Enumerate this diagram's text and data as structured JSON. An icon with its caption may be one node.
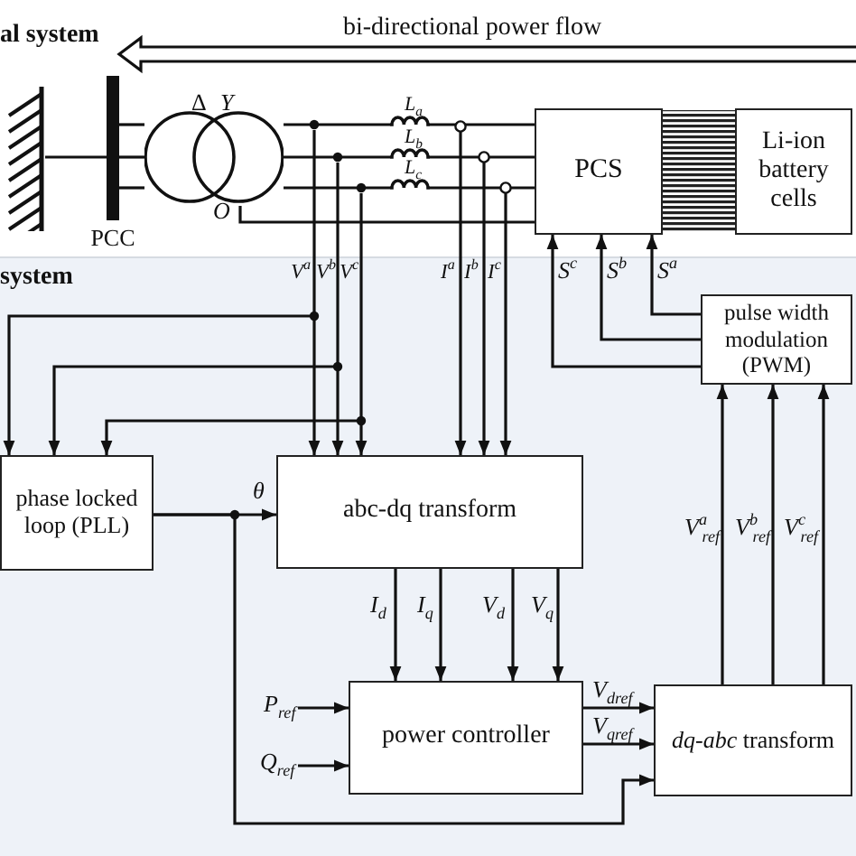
{
  "diagram": {
    "nodes": [
      {
        "text": [
          "PCS"
        ]
      },
      {
        "text": [
          "Li-ion battery cells"
        ]
      },
      {
        "text": [
          "pulse width modulation (PWM)"
        ]
      },
      {
        "text": [
          "phase locked loop (PLL)"
        ]
      },
      {
        "text": [
          "abc-dq transform"
        ]
      },
      {
        "text": [
          "power controller"
        ]
      },
      {
        "text": [
          "*dq-abc* transform"
        ]
      },
      {
        "text": [
          "PCC"
        ]
      },
      {
        "text": [],
        "shape": "ground"
      },
      {
        "text": [],
        "shape": "circle",
        "beside": [
          "Δ",
          "Y",
          "O"
        ]
      },
      {
        "text": [
          "L$_{a}$"
        ]
      },
      {
        "text": [
          "L$_{b}$"
        ]
      },
      {
        "text": [
          "L$_{c}$"
        ]
      }
    ],
    "edges": [
      {
        "from": 8,
        "to": 7,
        "arrow": "none"
      },
      {
        "from": 7,
        "to": 9,
        "arrow": "none"
      },
      {
        "from": 7,
        "to": 9,
        "arrow": "none"
      },
      {
        "from": 7,
        "to": 9,
        "arrow": "none"
      },
      {
        "from": 9,
        "to": 10,
        "arrow": "none"
      },
      {
        "from": 9,
        "to": 11,
        "arrow": "none"
      },
      {
        "from": 9,
        "to": 12,
        "arrow": "none"
      },
      {
        "from": 10,
        "to": 0,
        "arrow": "none"
      },
      {
        "from": 11,
        "to": 0,
        "arrow": "none"
      },
      {
        "from": 12,
        "to": 0,
        "arrow": "none"
      },
      {
        "from": 9,
        "to": 0,
        "arrow": "none"
      },
      {
        "from": 0,
        "to": 1,
        "arrow": "none",
        "style": "thick"
      },
      {
        "from": null,
        "to": 4,
        "arrow": "to",
        "label": "V$^{a}$"
      },
      {
        "from": null,
        "to": 4,
        "arrow": "to",
        "label": "V$^{b}$"
      },
      {
        "from": null,
        "to": 4,
        "arrow": "to",
        "label": "V$^{c}$"
      },
      {
        "from": null,
        "to": 4,
        "arrow": "to",
        "label": "I$^{a}$"
      },
      {
        "from": null,
        "to": 4,
        "arrow": "to",
        "label": "I$^{b}$"
      },
      {
        "from": null,
        "to": 4,
        "arrow": "to",
        "label": "I$^{c}$"
      },
      {
        "from": null,
        "to": 3,
        "arrow": "to"
      },
      {
        "from": null,
        "to": 3,
        "arrow": "to"
      },
      {
        "from": null,
        "to": 3,
        "arrow": "to"
      },
      {
        "from": 2,
        "to": 0,
        "arrow": "to",
        "label": "S$^{c}$"
      },
      {
        "from": 2,
        "to": 0,
        "arrow": "to",
        "label": "S$^{b}$"
      },
      {
        "from": 2,
        "to": 0,
        "arrow": "to",
        "label": "S$^{a}$"
      },
      {
        "from": 3,
        "to": 4,
        "arrow": "to",
        "label": "θ"
      },
      {
        "from": 3,
        "to": 6,
        "arrow": "to"
      },
      {
        "from": 4,
        "to": 5,
        "arrow": "to",
        "label": "I$_{d}$"
      },
      {
        "from": 4,
        "to": 5,
        "arrow": "to",
        "label": "I$_{q}$"
      },
      {
        "from": 4,
        "to": 5,
        "arrow": "to",
        "label": "V$_{d}$"
      },
      {
        "from": 4,
        "to": 5,
        "arrow": "to",
        "label": "V$_{q}$"
      },
      {
        "from": null,
        "to": 5,
        "arrow": "to",
        "label": "P$_{ref}$"
      },
      {
        "from": null,
        "to": 5,
        "arrow": "to",
        "label": "Q$_{ref}$"
      },
      {
        "from": 5,
        "to": 6,
        "arrow": "to",
        "label": "V$_{dref}$"
      },
      {
        "from": 5,
        "to": 6,
        "arrow": "to",
        "label": "V$_{qref}$"
      },
      {
        "from": 6,
        "to": 2,
        "arrow": "to",
        "label": "V$^{a}$$_{ref}$"
      },
      {
        "from": 6,
        "to": 2,
        "arrow": "to",
        "label": "V$^{b}$$_{ref}$"
      },
      {
        "from": 6,
        "to": 2,
        "arrow": "to",
        "label": "V$^{c}$$_{ref}$"
      }
    ],
    "labels": [
      "al system",
      "bi-directional power flow",
      "system"
    ]
  }
}
